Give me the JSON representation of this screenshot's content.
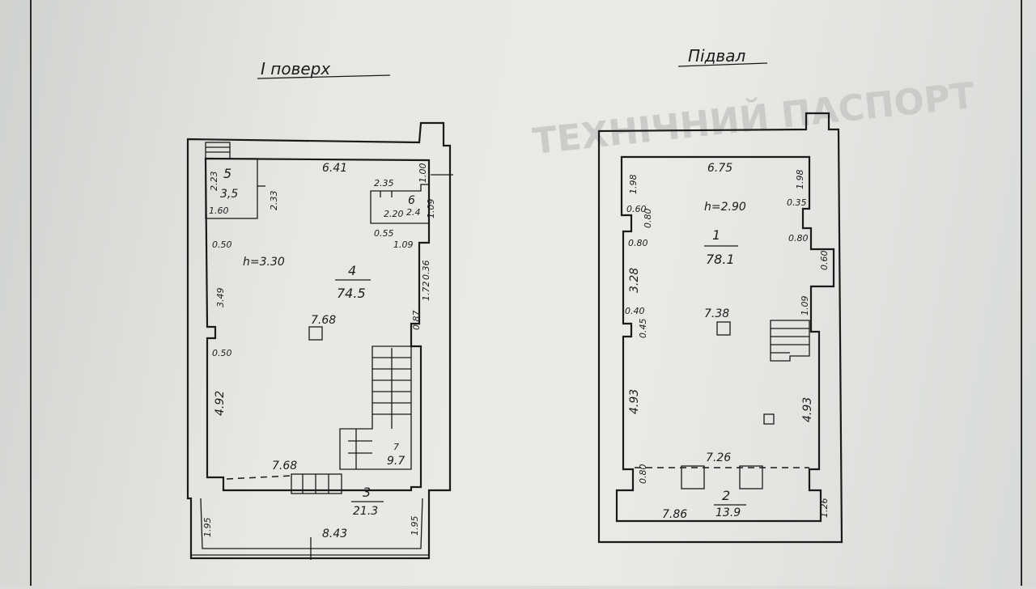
{
  "plans": {
    "left": {
      "title": "I поверх",
      "height": "h=3.30",
      "rooms": {
        "r5_num": "5",
        "r5_area": "3,5",
        "r6_num": "6",
        "r6_area": "2.4",
        "r4_num": "4",
        "r4_area": "74.5",
        "r7_num": "7",
        "r7_area": "9.7",
        "r3_num": "3",
        "r3_area": "21.3"
      },
      "dims": {
        "top": "6.41",
        "d223": "2.23",
        "d233": "2.33",
        "d160": "1.60",
        "d235": "2.35",
        "d100": "1.00",
        "d220": "2.20",
        "d109a": "1.09",
        "d055": "0.55",
        "d109b": "1.09",
        "d050a": "0.50",
        "d349": "3.49",
        "d036": "0.36",
        "d172": "1.72",
        "d087": "0.87",
        "d050b": "0.50",
        "d492": "4.92",
        "d768": "7.68",
        "d768b": "7.68",
        "d195a": "1.95",
        "d195b": "1.95",
        "d843": "8.43"
      }
    },
    "right": {
      "title": "Підвал",
      "height": "h=2.90",
      "rooms": {
        "r1_num": "1",
        "r1_area": "78.1",
        "r2_num": "2",
        "r2_area": "13.9"
      },
      "dims": {
        "top": "6.75",
        "d198a": "1.98",
        "d198b": "1.98",
        "d060a": "0.60",
        "d080a": "0.80",
        "d035": "0.35",
        "d080b": "0.80",
        "d080c": "0.80",
        "d060b": "0.60",
        "d328": "3.28",
        "d109": "1.09",
        "d040": "0.40",
        "d045": "0.45",
        "d738": "7.38",
        "d493a": "4.93",
        "d493b": "4.93",
        "d726": "7.26",
        "d080d": "0.80",
        "d786": "7.86",
        "d126": "1.26"
      }
    }
  }
}
